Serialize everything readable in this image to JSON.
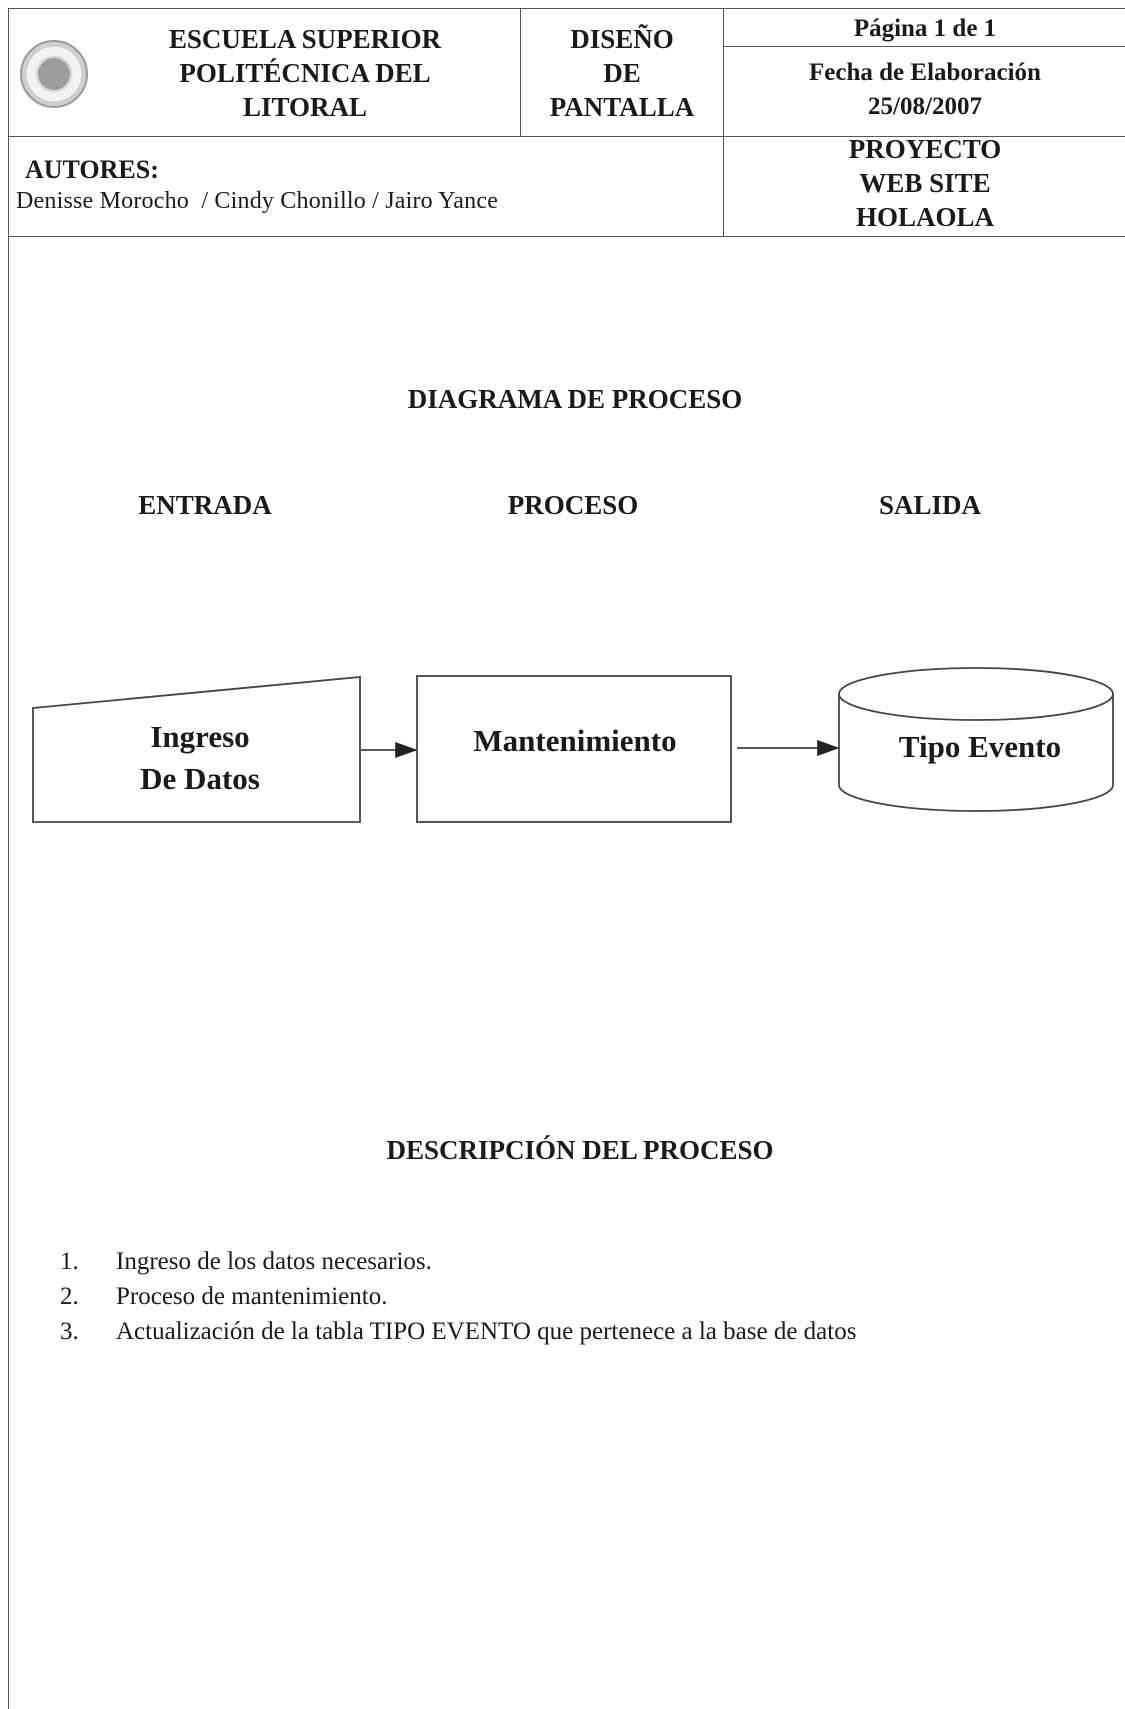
{
  "header": {
    "institution": [
      "ESCUELA SUPERIOR",
      "POLITÉCNICA DEL",
      "LITORAL"
    ],
    "doc_type": [
      "DISEÑO",
      "DE",
      "PANTALLA"
    ],
    "page": "Página 1 de 1",
    "date_label": "Fecha de Elaboración",
    "date_value": "25/08/2007",
    "authors_label": "AUTORES:",
    "authors_names": "Denisse Morocho  / Cindy Chonillo / Jairo Yance",
    "project": [
      "PROYECTO",
      "WEB SITE",
      "HOLAOLA"
    ]
  },
  "diagram": {
    "title": "DIAGRAMA DE PROCESO",
    "columns": [
      "ENTRADA",
      "PROCESO",
      "SALIDA"
    ],
    "input_label": [
      "Ingreso",
      "De Datos"
    ],
    "process_label": "Mantenimiento",
    "output_label": "Tipo Evento"
  },
  "description": {
    "title": "DESCRIPCIÓN DEL PROCESO",
    "items": [
      {
        "num": "1.",
        "text": "Ingreso de los datos necesarios."
      },
      {
        "num": "2.",
        "text": "Proceso de mantenimiento."
      },
      {
        "num": "3.",
        "text": "Actualización de la tabla TIPO EVENTO que pertenece a la base de datos"
      }
    ]
  }
}
